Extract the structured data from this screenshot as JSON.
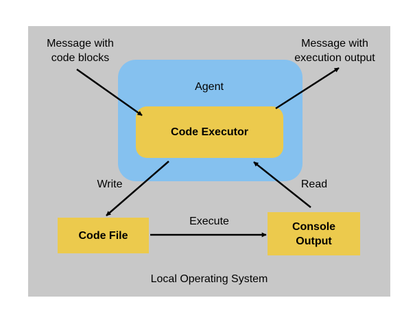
{
  "labels": {
    "input_message": [
      "Message with",
      "code blocks"
    ],
    "output_message": [
      "Message with",
      "execution output"
    ],
    "agent": "Agent",
    "code_executor": "Code Executor",
    "write": "Write",
    "read": "Read",
    "execute": "Execute",
    "code_file": "Code File",
    "console_output": [
      "Console",
      "Output"
    ],
    "local_os": "Local Operating System"
  },
  "colors": {
    "system_bg": "#c8c8c8",
    "agent_bg": "#85c1ef",
    "box_fill": "#ecca4d",
    "arrow": "#000000"
  }
}
